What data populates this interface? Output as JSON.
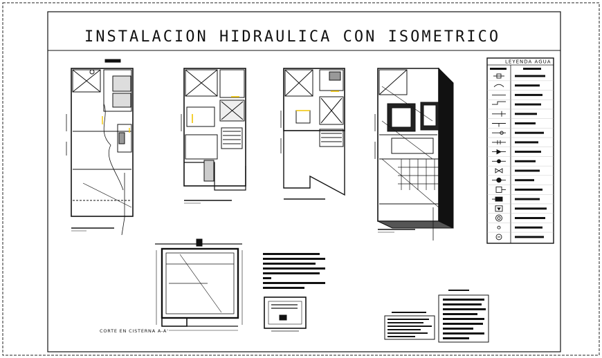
{
  "sheet": {
    "title": "INSTALACION HIDRAULICA CON ISOMETRICO",
    "section_label": "CORTE EN CISTERNA A-A'"
  },
  "legend": {
    "title": "LEYENDA AGUA",
    "rows": [
      {
        "symbol": "meter-icon"
      },
      {
        "symbol": "arc-icon"
      },
      {
        "symbol": "pipe-line-icon"
      },
      {
        "symbol": "elbow-icon"
      },
      {
        "symbol": "riser-icon"
      },
      {
        "symbol": "tee-icon"
      },
      {
        "symbol": "valve-circle-icon"
      },
      {
        "symbol": "gate-valve-icon"
      },
      {
        "symbol": "check-valve-icon"
      },
      {
        "symbol": "globe-valve-icon"
      },
      {
        "symbol": "bowtie-valve-icon"
      },
      {
        "symbol": "pump-icon"
      },
      {
        "symbol": "box-icon"
      },
      {
        "symbol": "heater-icon"
      },
      {
        "symbol": "down-arrow-box-icon"
      },
      {
        "symbol": "target-icon"
      },
      {
        "symbol": "small-circle-icon"
      },
      {
        "symbol": "drain-circle-icon"
      }
    ]
  },
  "colors": {
    "ink": "#111111",
    "accent": "#f2c400",
    "paper": "#ffffff"
  }
}
